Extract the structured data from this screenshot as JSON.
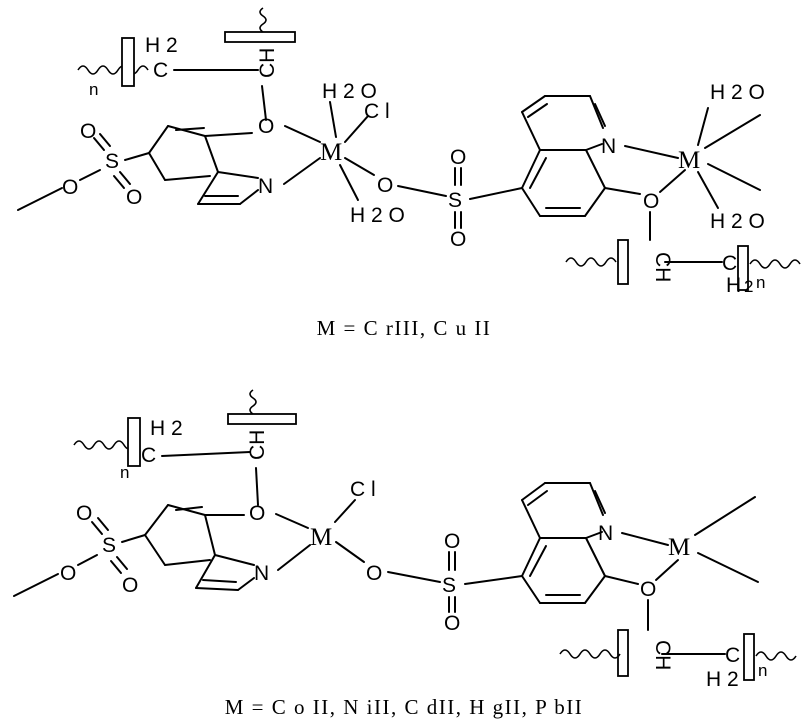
{
  "labels": {
    "O": "O",
    "N": "N",
    "S": "S",
    "C": "C",
    "H": "H",
    "M": "M",
    "Cl": "C l",
    "H2O": "H 2 O",
    "H2": "H 2",
    "n": "n",
    "CH": "CH",
    "sub2": "2"
  },
  "captions": {
    "top": "M = C rIII,  C u II",
    "bottom": "M = C o II,  N iII,  C dII,  H gII,  P bII"
  }
}
